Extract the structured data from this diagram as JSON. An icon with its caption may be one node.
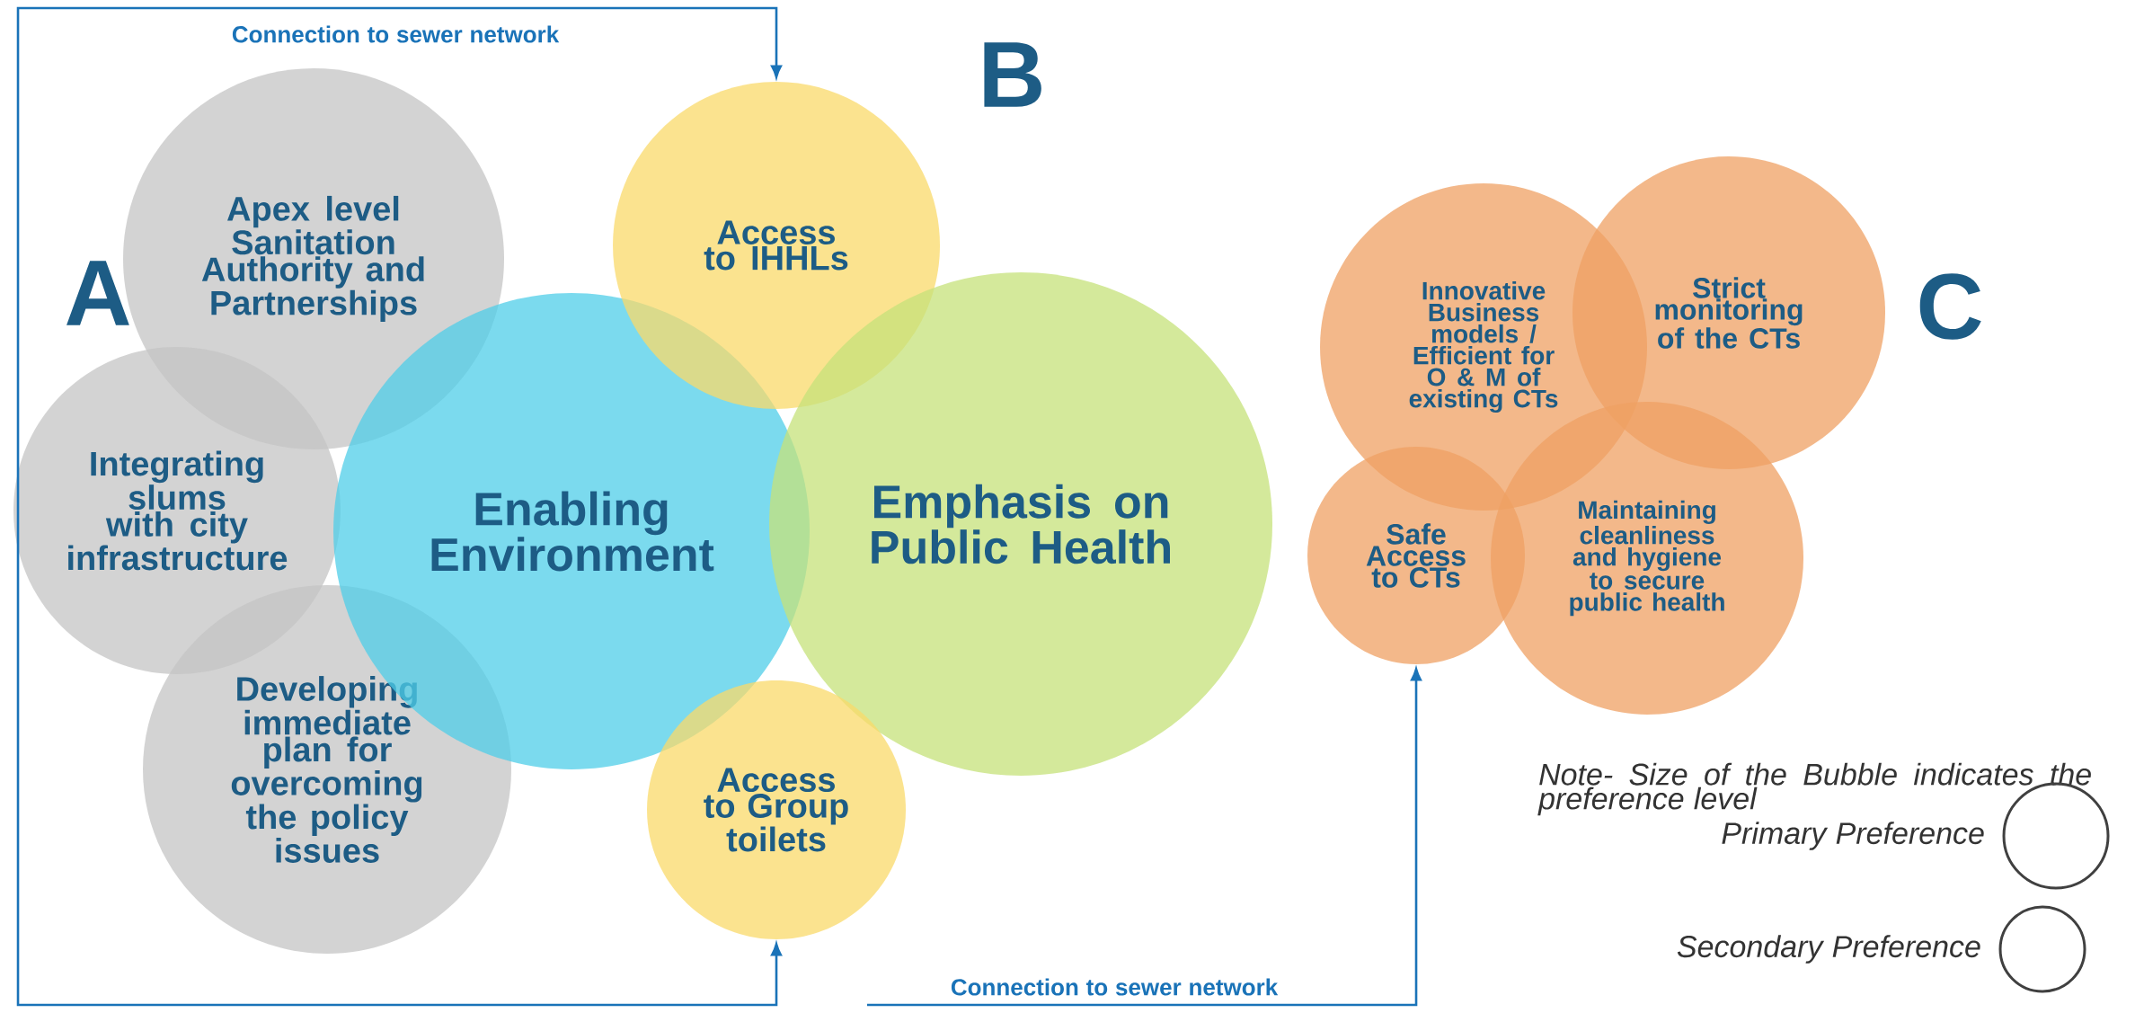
{
  "diagram": {
    "nodes": [
      {
        "text": [
          "Apex level Sanitation Authority and Partnerships"
        ]
      },
      {
        "text": [
          "Integrating slums with city infrastructure"
        ]
      },
      {
        "text": [
          "Developing immediate plan for overcoming the policy issues"
        ]
      },
      {
        "text": [
          "Enabling Environment"
        ]
      },
      {
        "text": [
          "Access to IHHLs"
        ]
      },
      {
        "text": [
          "Emphasis on Public Health"
        ]
      },
      {
        "text": [
          "Access to Group toilets"
        ]
      },
      {
        "text": [
          "Innovative Business models / Efficient for O & M of existing CTs"
        ]
      },
      {
        "text": [
          "Strict monitoring of the CTs"
        ]
      },
      {
        "text": [
          "Safe Access to CTs"
        ]
      },
      {
        "text": [
          "Maintaining cleanliness and hygiene to secure public health"
        ]
      }
    ],
    "edges": [
      {
        "from": 1,
        "to": 4,
        "arrow": "to",
        "label": "Connection to sewer network"
      },
      {
        "from": 1,
        "to": 6,
        "arrow": "to"
      },
      {
        "from": null,
        "to": 9,
        "arrow": "to",
        "label": "Connection to sewer network"
      }
    ],
    "labels": [
      "A",
      "B",
      "C",
      "Note- Size of the Bubble indicates the preference level"
    ],
    "legend": [
      {
        "text": "Primary Preference"
      },
      {
        "text": "Secondary Preference"
      }
    ]
  }
}
